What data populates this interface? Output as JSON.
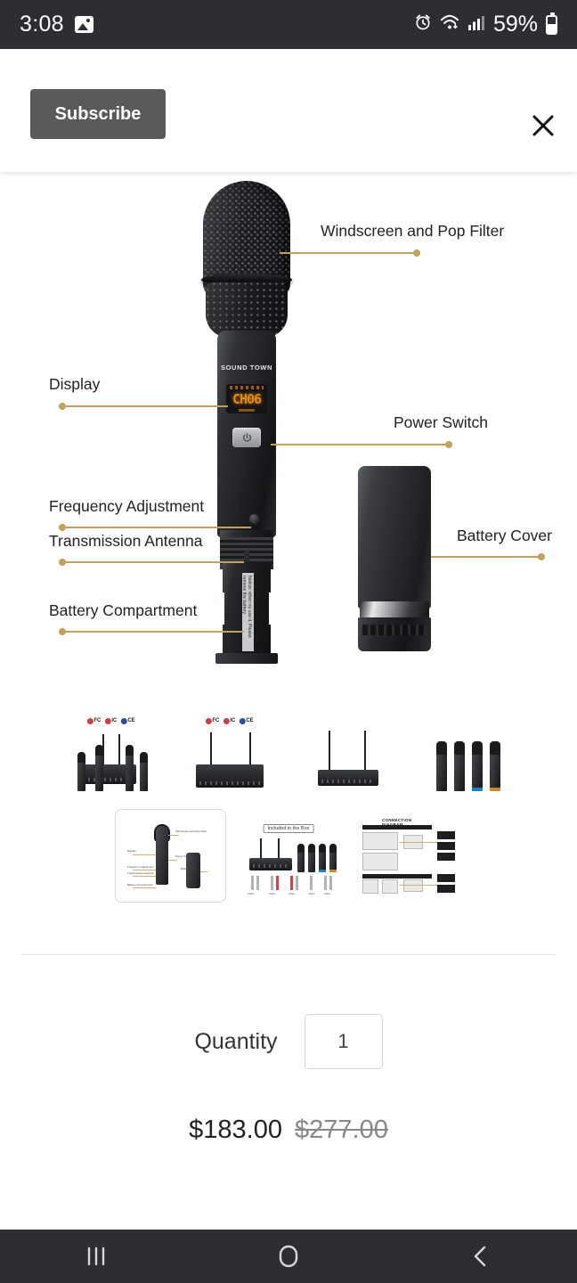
{
  "status_bar": {
    "time": "3:08",
    "battery_percent": "59%",
    "icons": [
      "picture-icon",
      "alarm-icon",
      "wifi-icon",
      "signal-icon",
      "battery-icon"
    ]
  },
  "banner": {
    "subscribe_label": "Subscribe",
    "close_icon": "close-icon"
  },
  "hero": {
    "alt": "Sound Town wireless microphone labeled diagram",
    "brand": "SOUND TOWN",
    "display_value": "CH06",
    "battery_sticker": "Notice: when no use it, Please remove the battery",
    "callouts": [
      {
        "label": "Windscreen and Pop Filter",
        "side": "right"
      },
      {
        "label": "Display",
        "side": "left"
      },
      {
        "label": "Power Switch",
        "side": "right"
      },
      {
        "label": "Frequency Adjustment",
        "side": "left"
      },
      {
        "label": "Transmission Antenna",
        "side": "left"
      },
      {
        "label": "Battery Cover",
        "side": "right"
      },
      {
        "label": "Battery Compartment",
        "side": "left"
      }
    ]
  },
  "thumbnails": {
    "row1": [
      {
        "name": "four-mics-with-receiver",
        "selected": false,
        "badges": [
          "FC",
          "IC",
          "CE"
        ]
      },
      {
        "name": "receiver-front-with-antennas",
        "selected": false,
        "badges": [
          "FC",
          "IC",
          "CE"
        ]
      },
      {
        "name": "receiver-rear-with-antennas",
        "selected": false,
        "badges": []
      },
      {
        "name": "four-handheld-mics",
        "selected": false,
        "badges": []
      }
    ],
    "row2": [
      {
        "name": "labeled-mic-diagram",
        "selected": true,
        "caption": ""
      },
      {
        "name": "included-in-the-box",
        "selected": false,
        "caption": "Included in the Box"
      },
      {
        "name": "connection-diagram",
        "selected": false,
        "caption": "CONNECTION DIAGRAM"
      }
    ],
    "badge_labels": {
      "fcc": "FC",
      "ic": "IC",
      "ce": "CE"
    }
  },
  "quantity": {
    "label": "Quantity",
    "value": "1",
    "placeholder": "1"
  },
  "price": {
    "current": "$183.00",
    "original": "$277.00"
  },
  "navbar": {
    "recents_icon": "recents-icon",
    "home_icon": "home-icon",
    "back_icon": "back-icon"
  },
  "colors": {
    "status_bar_bg": "#2c2e31",
    "subscribe_bg": "#5a5a5a",
    "callout": "#c2a15c",
    "divider": "#e3e3e3",
    "price_original": "#888888"
  }
}
